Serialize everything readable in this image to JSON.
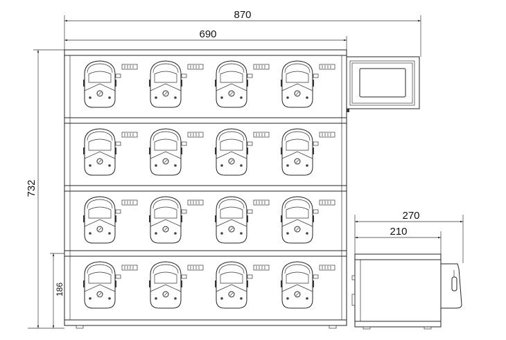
{
  "dimensions": {
    "overall_width": "870",
    "cabinet_width": "690",
    "overall_height": "732",
    "tier_height": "186",
    "side_total_depth": "270",
    "side_body_depth": "210"
  },
  "layout": {
    "tiers": 4,
    "pumps_per_tier": 4
  },
  "colors": {
    "line": "#222222",
    "background": "#ffffff"
  }
}
